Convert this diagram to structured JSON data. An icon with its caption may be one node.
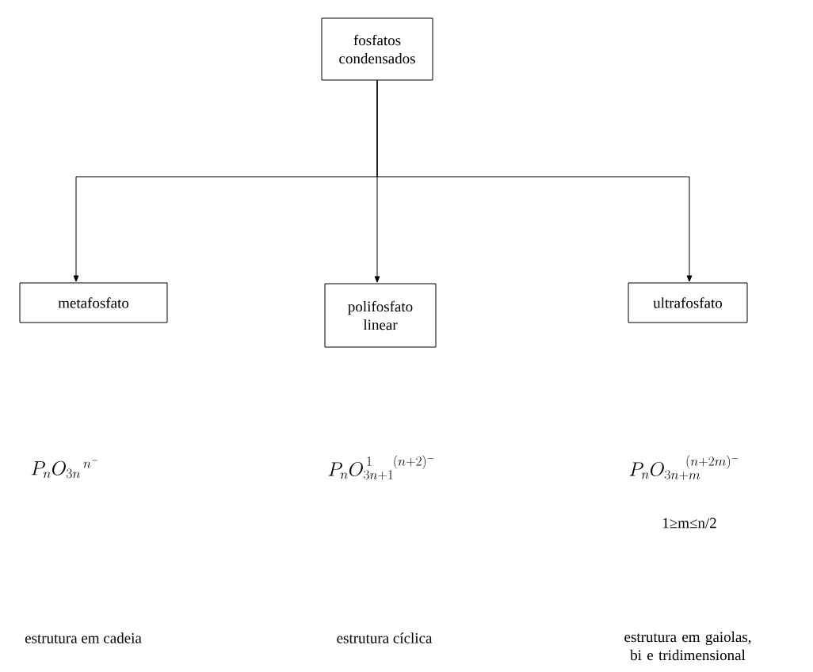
{
  "diagram": {
    "nodes": [
      {
        "text": [
          "fosfatos condensados"
        ]
      },
      {
        "text": [
          "metafosfato"
        ]
      },
      {
        "text": [
          "polifosfato linear"
        ]
      },
      {
        "text": [
          "ultrafosfato"
        ]
      }
    ],
    "edges": [
      {
        "from": 0,
        "to": 1,
        "arrow": "to"
      },
      {
        "from": 0,
        "to": 2,
        "arrow": "to"
      },
      {
        "from": 0,
        "to": 3,
        "arrow": "to"
      }
    ],
    "labels": [
      "P_nO_{3n}{}^{\\,n^-}",
      "P_nO_{3n+1}^{\\,1\\quad (n+2)^-}",
      "P_nO_{3n+m}^{\\quad(n+2m)^-}",
      "1≥m≤n/2",
      "estrutura em cadeia",
      "estrutura cíclica",
      "estrutura em gaiolas, bi e tridimensional"
    ]
  }
}
